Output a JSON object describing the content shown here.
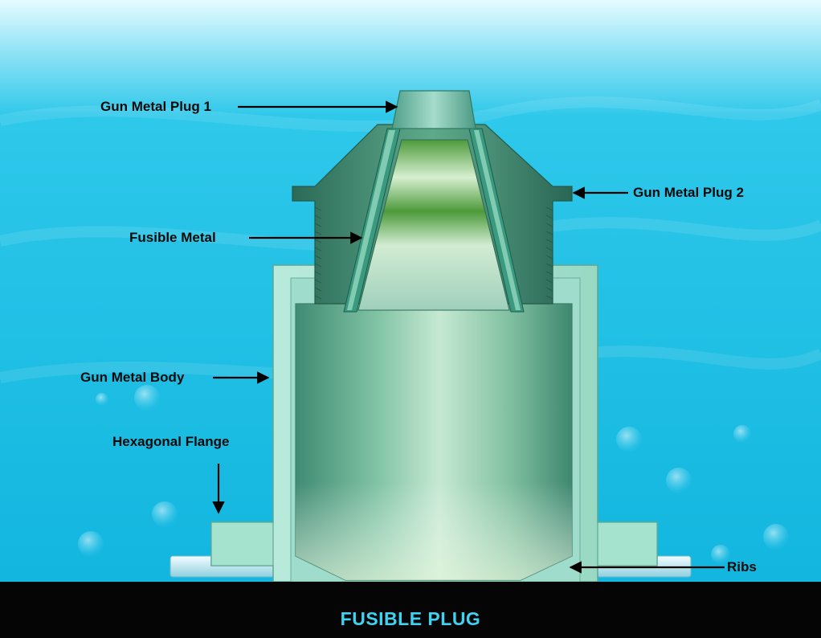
{
  "diagram": {
    "caption": "FUSIBLE PLUG",
    "labels": {
      "gun_metal_plug_1": "Gun Metal Plug 1",
      "gun_metal_plug_2": "Gun Metal Plug 2",
      "fusible_metal": "Fusible Metal",
      "gun_metal_body": "Gun Metal Body",
      "hexagonal_flange": "Hexagonal Flange",
      "ribs": "Ribs"
    }
  },
  "colors": {
    "water_light": "#d9f6fb",
    "water": "#1cc2e6",
    "water_deep": "#11b3dc",
    "body_light": "#c9ead7",
    "body_mid": "#7fc2a4",
    "body_dark": "#3f8b73",
    "plug_dark": "#2f6f5b",
    "outer_shell": "#a9e2cf",
    "fusible_green": "#4f9c3c",
    "caption": "#3fd3f2",
    "footer": "#050505",
    "label_text": "#0a0a0a"
  }
}
